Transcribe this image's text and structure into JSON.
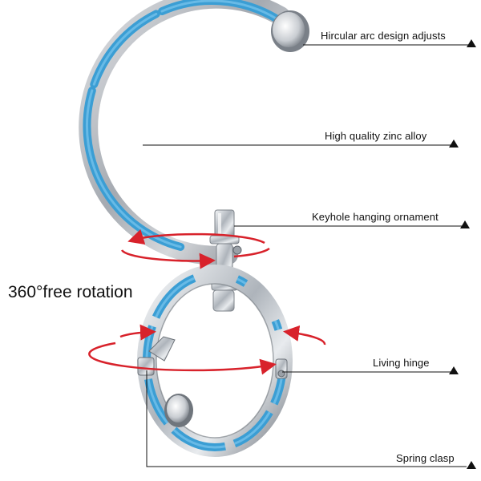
{
  "callouts": {
    "arc": "Hircular arc design adjusts",
    "alloy": "High quality zinc alloy",
    "keyhole": "Keyhole hanging ornament",
    "hinge": "Living hinge",
    "clasp": "Spring clasp"
  },
  "rotation_label": "360°free rotation",
  "colors": {
    "metal_dark": "#8a8f96",
    "metal_light": "#f3f5f7",
    "inlay_blue": "#3b9ed4",
    "inlay_blue_light": "#7cc6ee",
    "arrow_red": "#d8222b",
    "line": "#111111"
  }
}
